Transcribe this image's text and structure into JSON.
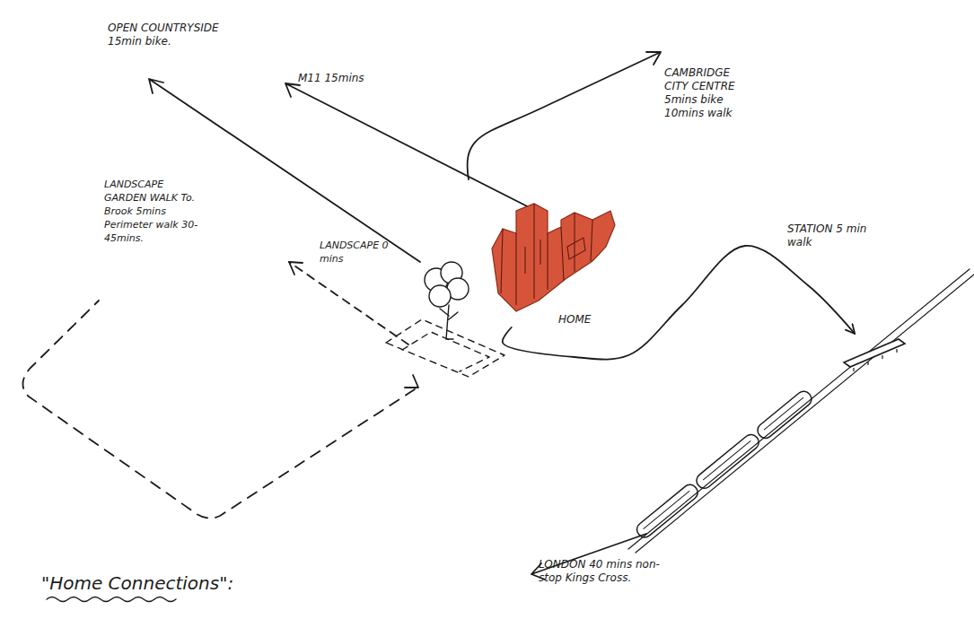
{
  "diagram": {
    "title": "\"Home Connections\":",
    "nodes": [
      {
        "text": [
          "HOME"
        ]
      },
      {
        "text": [
          "STATION 5 min walk"
        ]
      }
    ],
    "edges": [
      {
        "from": 0,
        "to": 1,
        "arrow": "to"
      }
    ],
    "labels": [
      "OPEN COUNTRYSIDE 15min bike.",
      "M11 15mins",
      "CAMBRIDGE CITY CENTRE 5mins bike 10mins walk",
      "LANDSCAPE GARDEN WALK To. Brook 5mins Perimeter walk 30-45mins.",
      "LANDSCAPE 0 mins",
      "LONDON 40 mins non-stop Kings Cross."
    ]
  }
}
